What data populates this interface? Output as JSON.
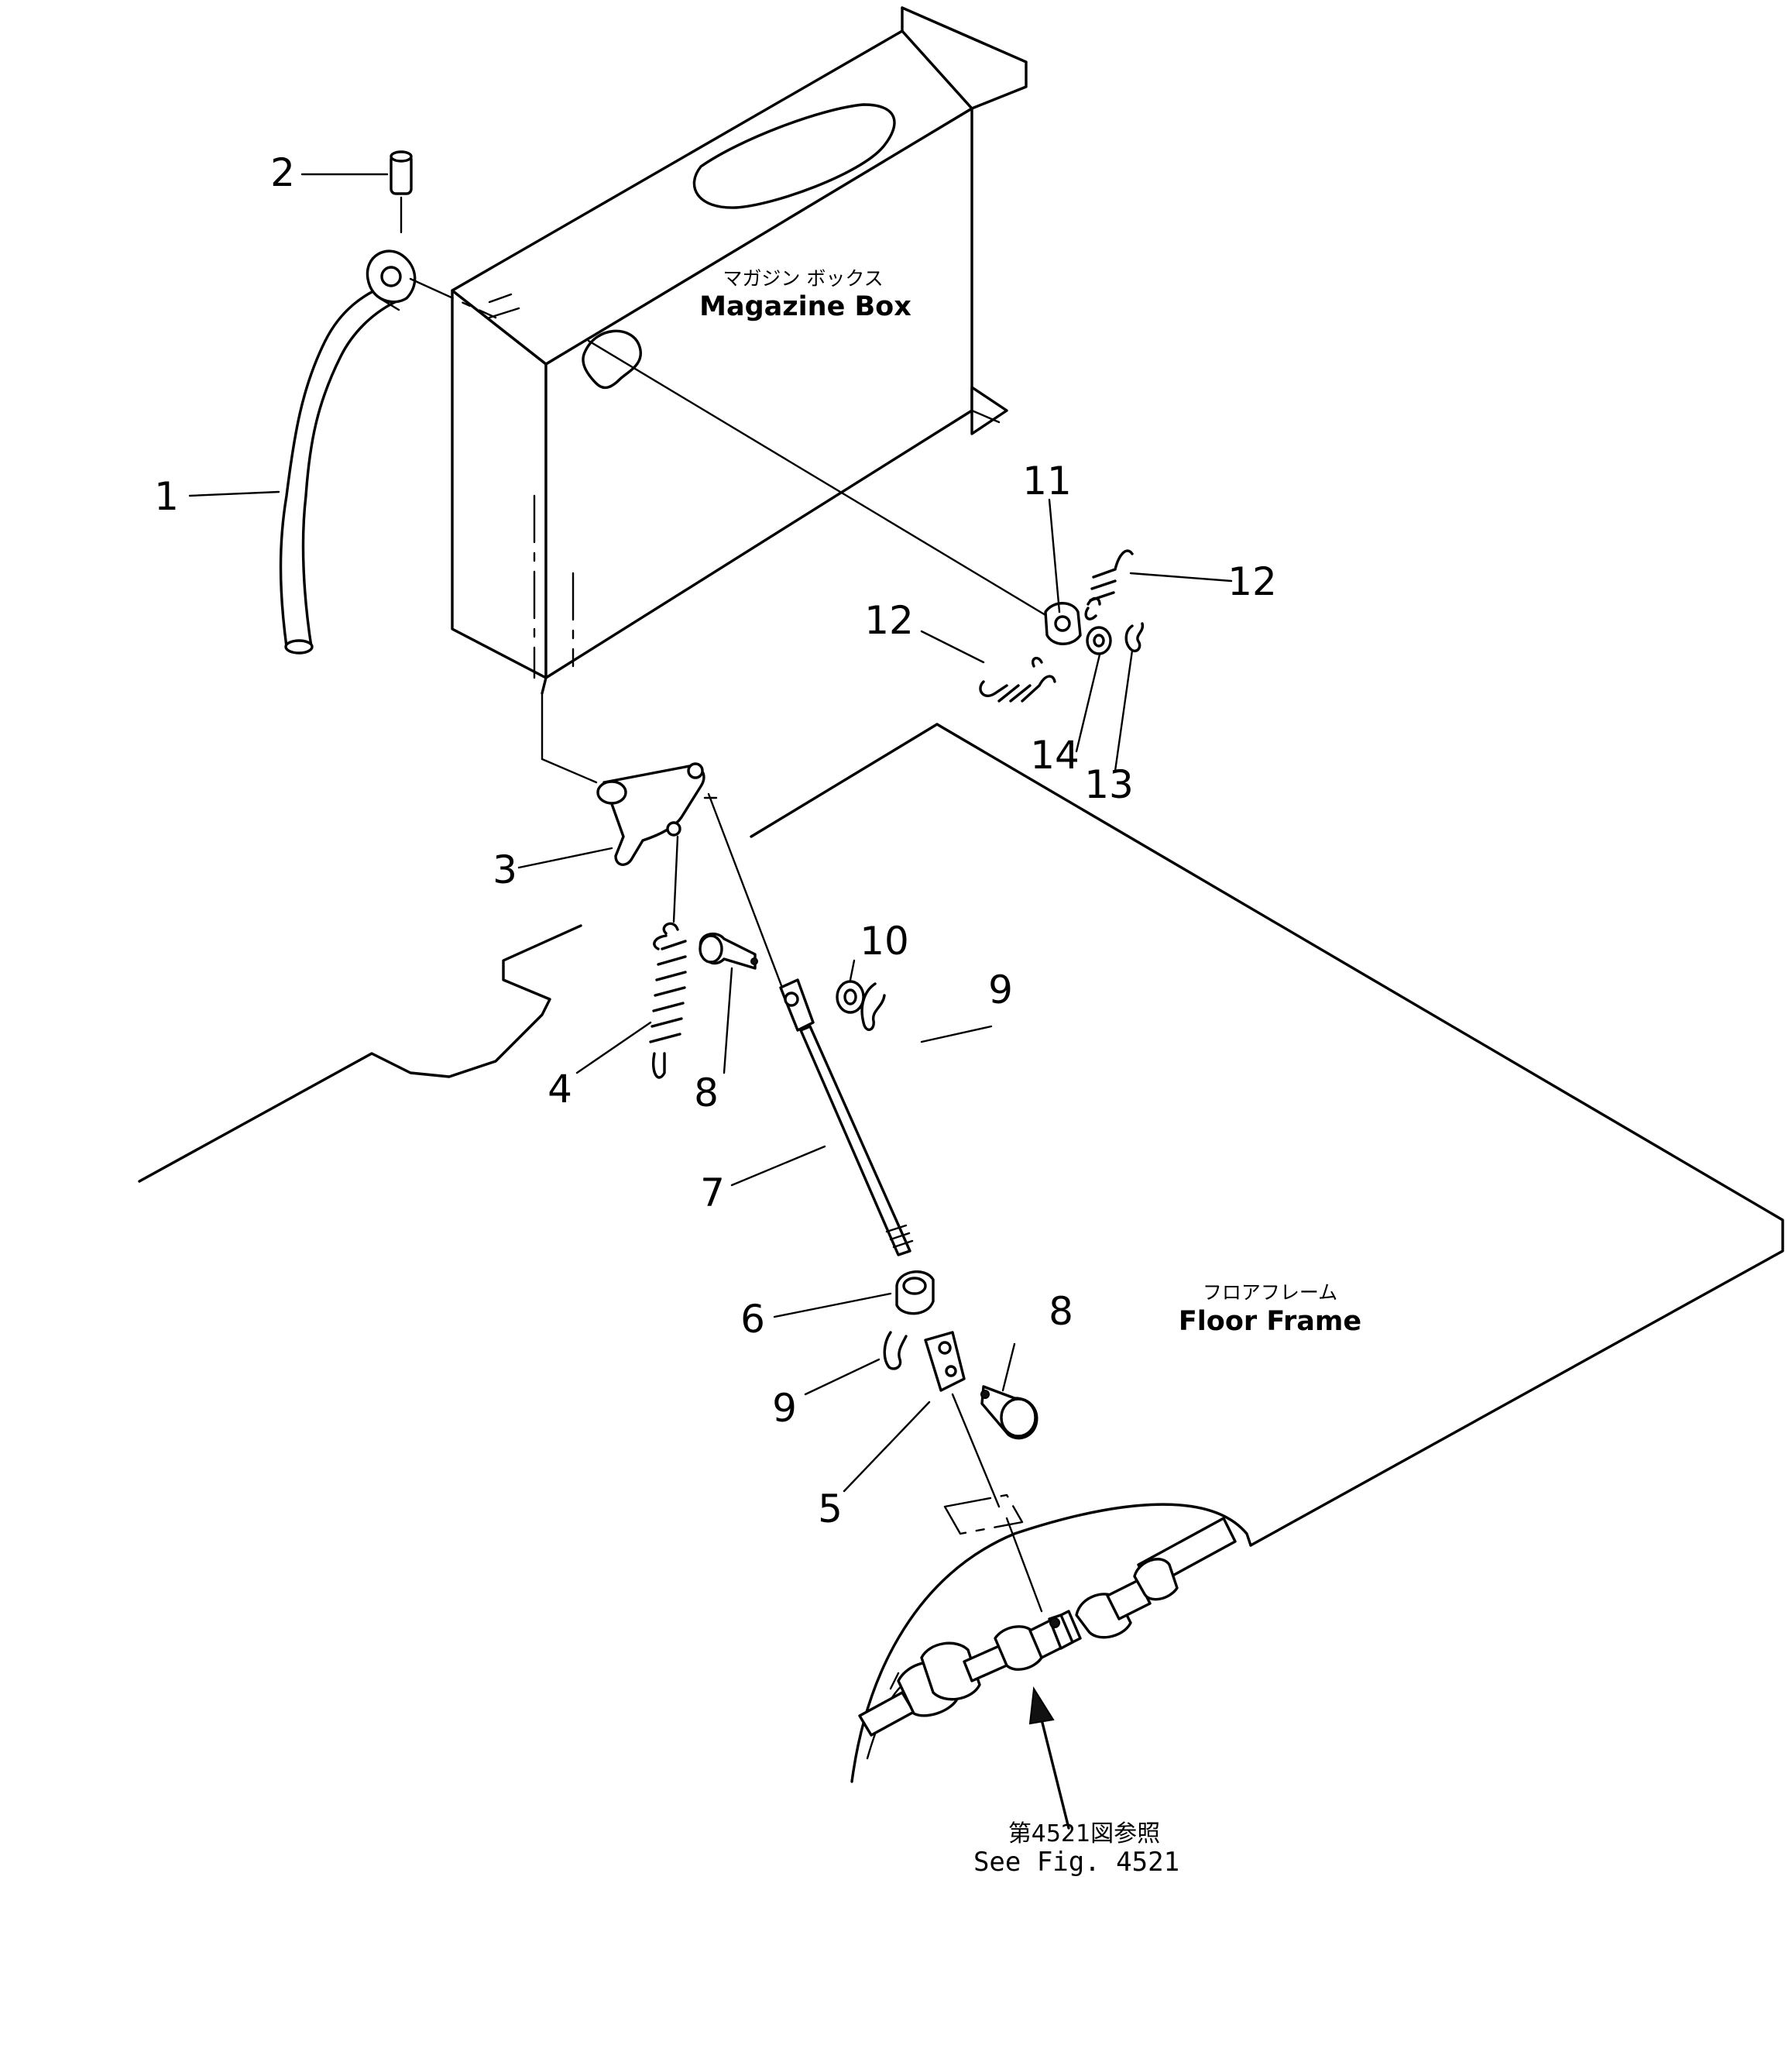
{
  "callouts": {
    "c1": "1",
    "c2": "2",
    "c3": "3",
    "c4": "4",
    "c5": "5",
    "c6": "6",
    "c7": "7",
    "c8a": "8",
    "c8b": "8",
    "c9a": "9",
    "c9b": "9",
    "c10": "10",
    "c11": "11",
    "c12a": "12",
    "c12b": "12",
    "c13": "13",
    "c14": "14"
  },
  "labels": {
    "magazine_box_jp": "マガジン ボックス",
    "magazine_box_en": "Magazine Box",
    "floor_frame_jp": "フロアフレーム",
    "floor_frame_en": "Floor Frame",
    "reference_jp": "第4521図参照",
    "reference_en": "See Fig. 4521"
  }
}
